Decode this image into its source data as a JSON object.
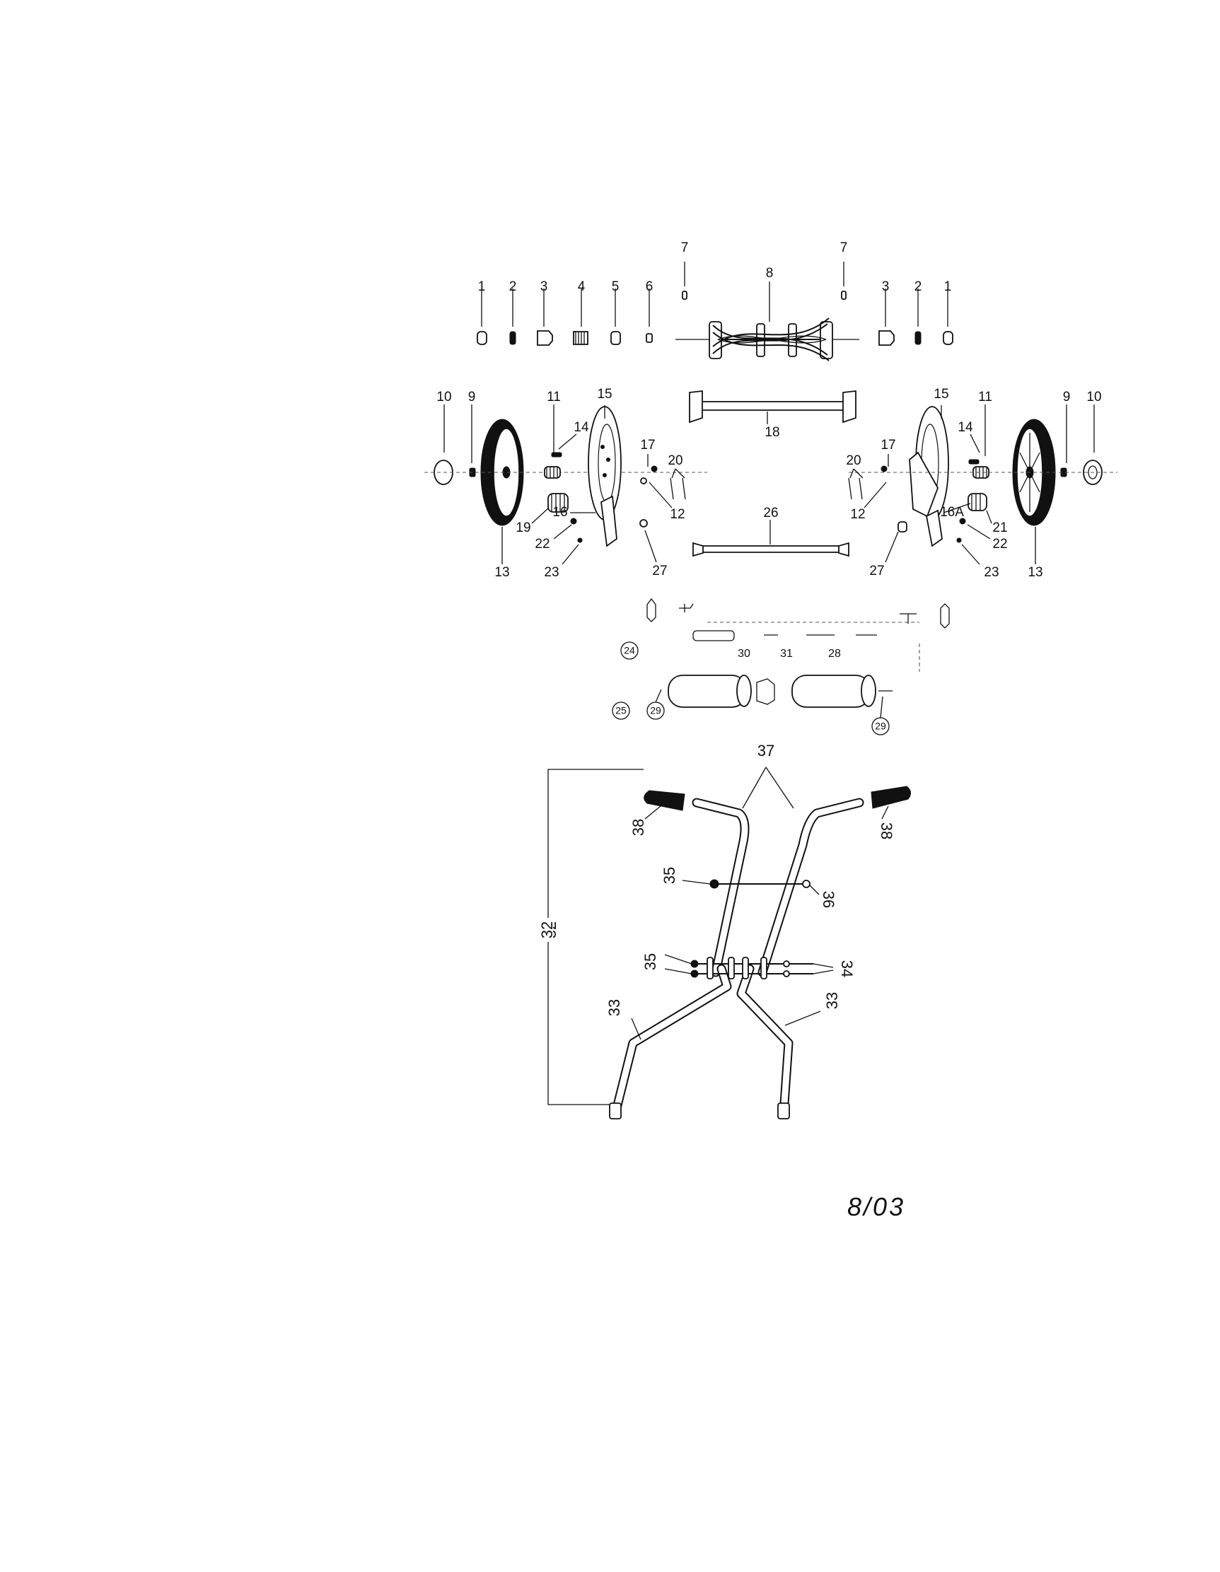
{
  "diagram": {
    "callouts": {
      "c1l": "1",
      "c2l": "2",
      "c3l": "3",
      "c4": "4",
      "c5": "5",
      "c6": "6",
      "c7l": "7",
      "c7r": "7",
      "c8": "8",
      "c3r": "3",
      "c2r": "2",
      "c1r": "1",
      "c15l": "15",
      "c15r": "15",
      "c10l": "10",
      "c9l": "9",
      "c11l": "11",
      "c14l": "14",
      "c17l": "17",
      "c20l": "20",
      "c20r": "20",
      "c17r": "17",
      "c14r": "14",
      "c11r": "11",
      "c9r": "9",
      "c10r": "10",
      "c18": "18",
      "c16": "16",
      "c16a": "16A",
      "c19": "19",
      "c12l": "12",
      "c12r": "12",
      "c26": "26",
      "c21": "21",
      "c22l": "22",
      "c22r": "22",
      "c13l": "13",
      "c13r": "13",
      "c23l": "23",
      "c23r": "23",
      "c27l": "27",
      "c27r": "27",
      "c24": "24",
      "c30": "30",
      "c31": "31",
      "c28": "28",
      "c25": "25",
      "c29l": "29",
      "c29r": "29",
      "c37": "37",
      "c38l": "38",
      "c38r": "38",
      "c35a": "35",
      "c36": "36",
      "c32": "32",
      "c35b": "35",
      "c34": "34",
      "c33l": "33",
      "c33r": "33"
    },
    "date_code": "8/03"
  }
}
